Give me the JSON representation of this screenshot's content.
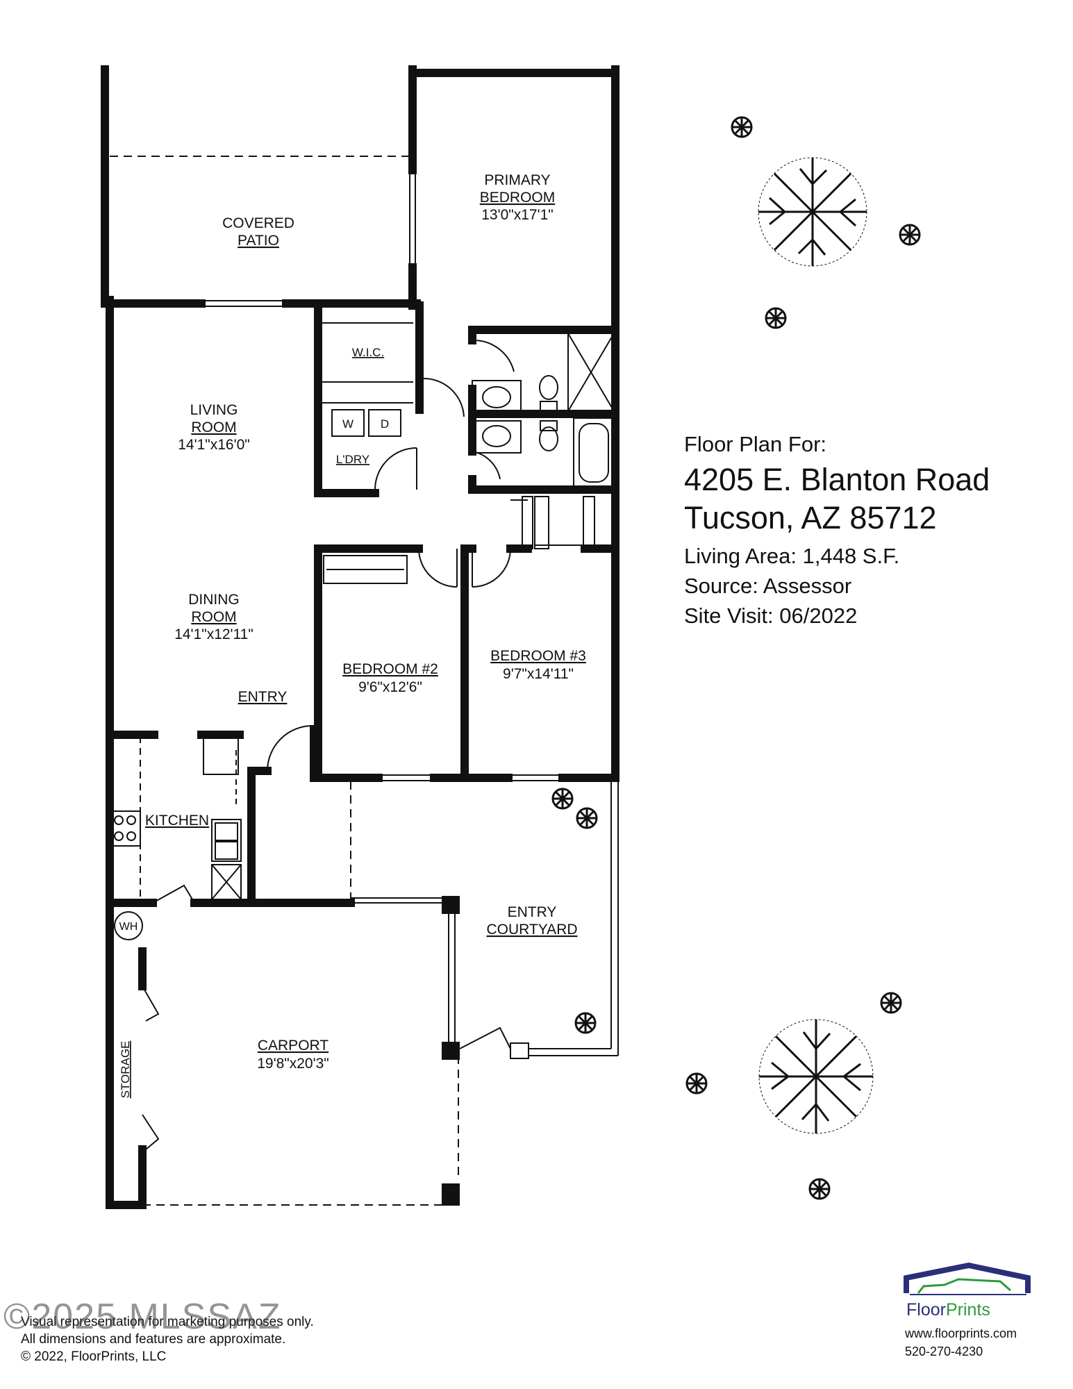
{
  "header": {
    "floor_plan_for": "Floor Plan For:",
    "address_line1": "4205 E. Blanton Road",
    "address_line2": "Tucson, AZ  85712",
    "living_area": "Living Area:  1,448 S.F.",
    "source": "Source:  Assessor",
    "site_visit": "Site Visit:  06/2022"
  },
  "rooms": {
    "covered_patio": [
      "COVERED",
      "PATIO"
    ],
    "primary_bedroom": [
      "PRIMARY",
      "BEDROOM",
      "13'0\"x17'1\""
    ],
    "wic": "W.I.C.",
    "laundry": "L'DRY",
    "washer": "W",
    "dryer": "D",
    "living_room": [
      "LIVING",
      "ROOM",
      "14'1\"x16'0\""
    ],
    "dining_room": [
      "DINING",
      "ROOM",
      "14'1\"x12'11\""
    ],
    "entry": "ENTRY",
    "bedroom2": [
      "BEDROOM #2",
      "9'6\"x12'6\""
    ],
    "bedroom3": [
      "BEDROOM #3",
      "9'7\"x14'11\""
    ],
    "kitchen": "KITCHEN",
    "water_heater": "WH",
    "entry_courtyard": [
      "ENTRY",
      "COURTYARD"
    ],
    "carport": [
      "CARPORT",
      "19'8\"x20'3\""
    ],
    "storage": "STORAGE"
  },
  "footer": {
    "disclaimer_line1": "Visual representation for marketing purposes only.",
    "disclaimer_line2": "All dimensions and features are approximate.",
    "copyright": "© 2022, FloorPrints, LLC"
  },
  "brand": {
    "name_part1": "Floor",
    "name_part2": "Prints",
    "website": "www.floorprints.com",
    "phone": "520-270-4230",
    "color_navy": "#2b2f7a",
    "color_green": "#2e9a3a"
  },
  "watermark": "©2025 MLSSAZ"
}
